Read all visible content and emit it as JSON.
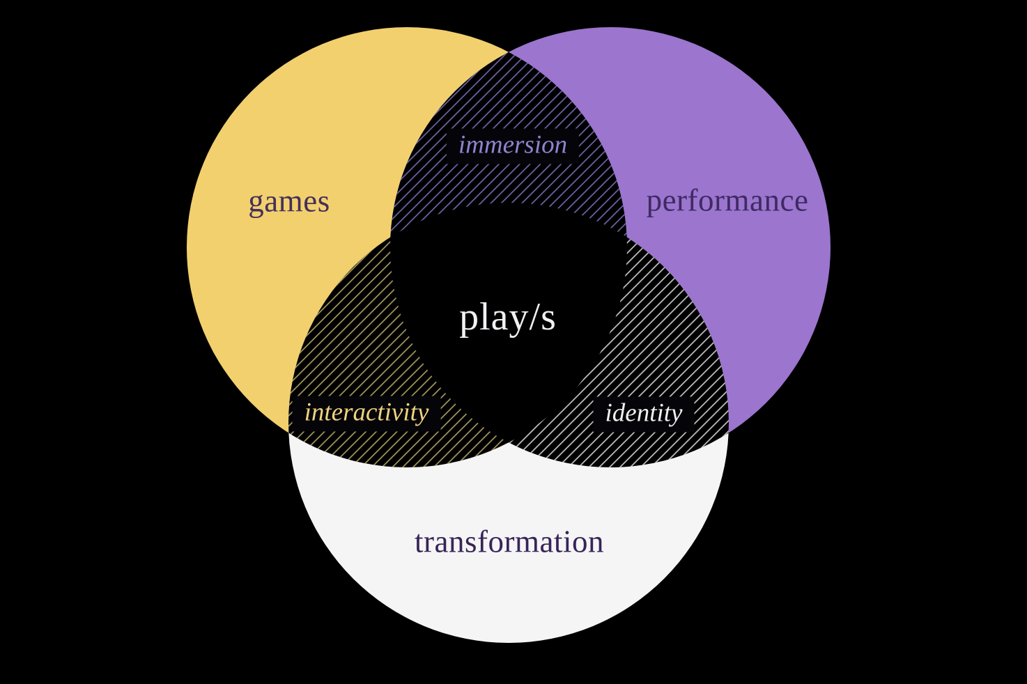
{
  "diagram": {
    "type": "venn-3-circle",
    "background_color": "#000000",
    "center_label": "play/s",
    "center_label_color": "#f1f0f3",
    "center_fill": "#000000",
    "circles": [
      {
        "id": "games",
        "label": "games",
        "fill": "#f2d06e",
        "label_color": "#453059"
      },
      {
        "id": "performance",
        "label": "performance",
        "fill": "#9b75ce",
        "label_color": "#3f2a63"
      },
      {
        "id": "transformation",
        "label": "transformation",
        "fill": "#f5f5f6",
        "label_color": "#382457"
      }
    ],
    "intersections": [
      {
        "id": "immersion",
        "label": "immersion",
        "of": [
          "games",
          "performance"
        ],
        "text_color": "#9083d0",
        "hatch_color": "#6f67a9",
        "region_fill": "#000000"
      },
      {
        "id": "interactivity",
        "label": "interactivity",
        "of": [
          "games",
          "transformation"
        ],
        "text_color": "#eed37e",
        "hatch_color": "#a89a60",
        "region_fill": "#000000"
      },
      {
        "id": "identity",
        "label": "identity",
        "of": [
          "performance",
          "transformation"
        ],
        "text_color": "#f1f1f1",
        "hatch_color": "#c7c7c7",
        "region_fill": "#000000"
      }
    ]
  }
}
